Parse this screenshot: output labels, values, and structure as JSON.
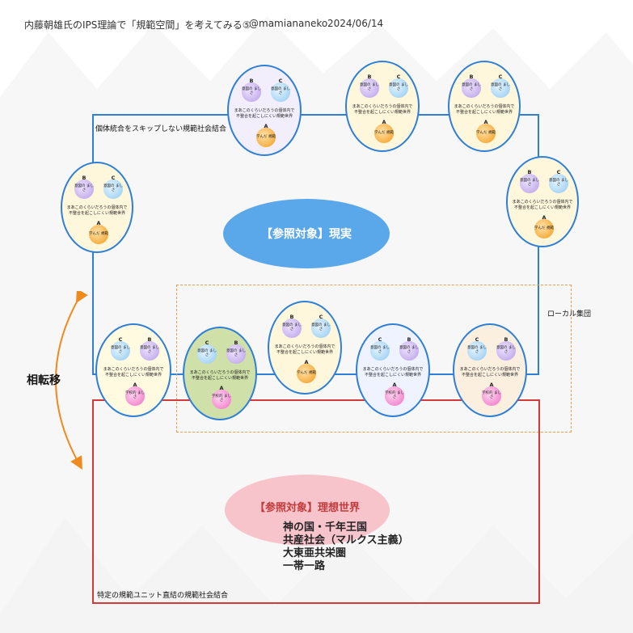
{
  "header": {
    "title": "内藤朝雄氏のIPS理論で「規範空間」を考えてみる⑤",
    "handle": "@mamiananeko",
    "date": "2024/06/14"
  },
  "labels": {
    "blue_frame": "個体統合をスキップしない規範社会結合",
    "local_group": "ローカル集団",
    "red_frame": "特定の規範ユニット直結の規範社会結合",
    "transition": "相転移"
  },
  "reality": "【参照対象】現実",
  "ideal": {
    "title": "【参照対象】理想世界",
    "items": [
      "神の国・千年王国",
      "共産社会（マルクス主義）",
      "大東亜共栄圏",
      "一帯一路"
    ]
  },
  "cluster_text": {
    "caption_line1": "まあこのくらいだろうの個体内で",
    "caption_line2": "不整合を起こしにくい規範世界",
    "b_key": "B",
    "b_text": "意図の\nましさ",
    "c_key": "C",
    "c_text": "意図の\nましさ",
    "a_key": "A",
    "a_text": "学んだ\n規範",
    "a_text_pink": "学校的\nましさ"
  },
  "colors": {
    "blue": "#2f7fd6",
    "red": "#d23a3a",
    "orange_dash": "#e8a050",
    "reality_fill": "#5aa8ea",
    "ideal_fill": "#f7c4cc",
    "arrow": "#ef8a1e"
  },
  "clusters": [
    {
      "name": "cluster-top-1",
      "fill": "#f3eefc",
      "a": "a"
    },
    {
      "name": "cluster-top-2",
      "fill": "#fff7dc",
      "a": "a"
    },
    {
      "name": "cluster-top-3",
      "fill": "#fff7dc",
      "a": "a"
    },
    {
      "name": "cluster-left",
      "fill": "#fff7dc",
      "a": "a"
    },
    {
      "name": "cluster-right",
      "fill": "#fff7dc",
      "a": "a"
    },
    {
      "name": "cluster-bottom-1",
      "fill": "#fffae0",
      "a": "ap"
    },
    {
      "name": "cluster-bottom-2",
      "fill": "#cfe0a8",
      "a": "ap"
    },
    {
      "name": "cluster-bottom-3",
      "fill": "#fff7dc",
      "a": "a"
    },
    {
      "name": "cluster-bottom-4",
      "fill": "#eef3ff",
      "a": "ap"
    },
    {
      "name": "cluster-bottom-5",
      "fill": "#fbefdf",
      "a": "ap"
    }
  ]
}
